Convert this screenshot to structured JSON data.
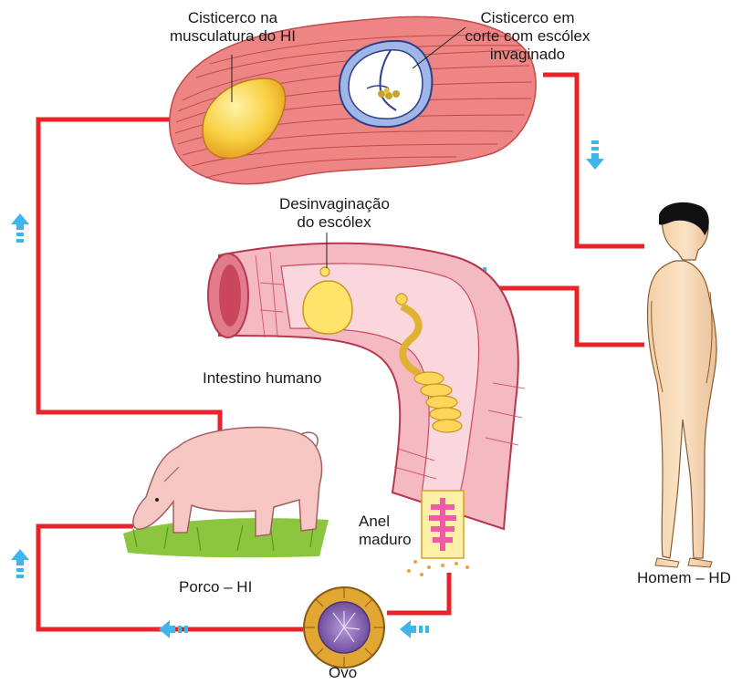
{
  "labels": {
    "cisticerco_musculatura": [
      "Cisticerco na",
      "musculatura do HI"
    ],
    "cisticerco_corte": [
      "Cisticerco em",
      "corte com escólex",
      "invaginado"
    ],
    "desinvaginacao": [
      "Desinvaginação",
      "do escólex"
    ],
    "intestino": "Intestino humano",
    "anel_maduro": [
      "Anel",
      "maduro"
    ],
    "porco": "Porco – HI",
    "homem": "Homem – HD",
    "ovo": "Ovo"
  },
  "colors": {
    "cycle_line": "#e8232a",
    "arrow": "#3fb6ea",
    "muscle": "#e66a6a",
    "cyst": "#f7c93c",
    "intestine": "#f2a9b4",
    "proglottid": "#f05aa6",
    "egg": "#d9a12a",
    "skin": "#f7d9b5",
    "pig": "#f6c5c0",
    "grass": "#8cc63f"
  }
}
